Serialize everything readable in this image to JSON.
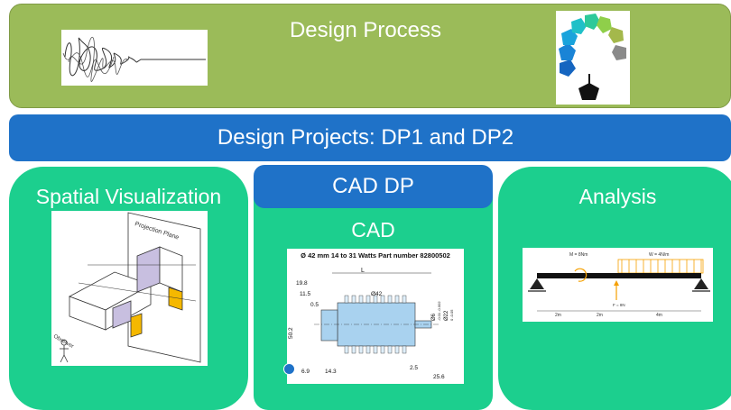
{
  "banner": {
    "title": "Design Process"
  },
  "projects_bar": {
    "title": "Design Projects: DP1 and DP2"
  },
  "panels": {
    "spatial": {
      "title": "Spatial Visualization",
      "image_label": "Projection Plane",
      "observer_label": "Observer"
    },
    "cad": {
      "header": "CAD DP",
      "title": "CAD",
      "drawing_title": "Ø 42 mm 14 to 31 Watts Part number 82800502",
      "dims": {
        "L": "L",
        "d198": "19.8",
        "d115": "11.5",
        "d05": "0.5",
        "o42": "Ø42",
        "d502": "50.2",
        "d69": "6.9",
        "d143": "14.3",
        "d25": "2.5",
        "d256": "25.6",
        "o6": "Ø6",
        "o6tol": "-0.01 -0.002",
        "o22": "Ø22",
        "o22tol": "0 -0.05"
      }
    },
    "analysis": {
      "title": "Analysis",
      "moment_label": "M = 8Nm",
      "load_label": "W = 4N/m",
      "force_label": "F = 8N",
      "spans": [
        "2m",
        "2m",
        "4m"
      ]
    }
  }
}
